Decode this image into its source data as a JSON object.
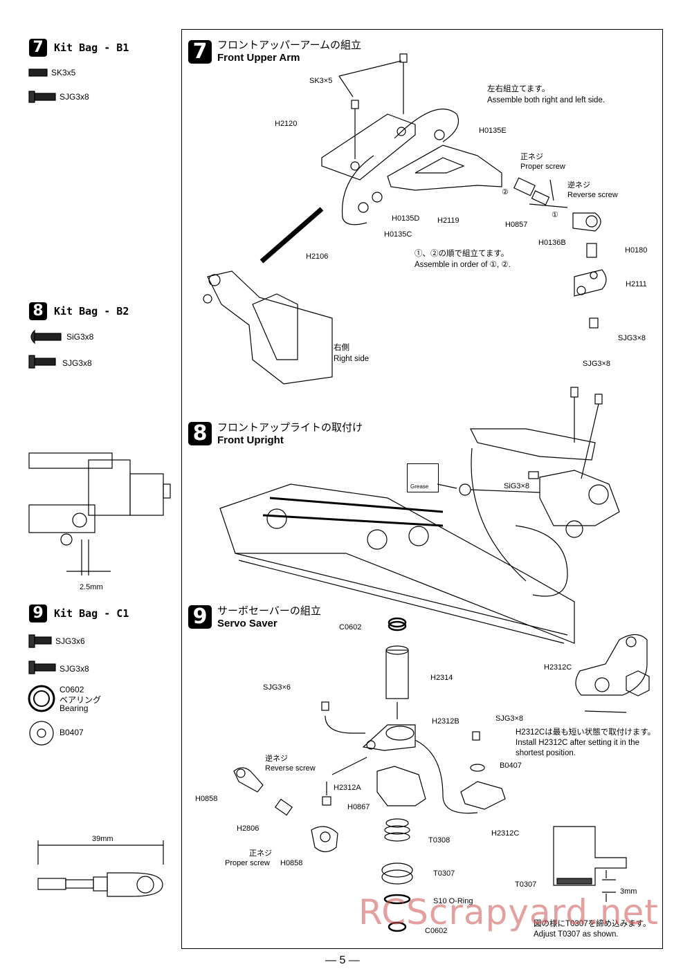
{
  "kit_bags": [
    {
      "num": "7",
      "title": "Kit Bag - B1",
      "parts": [
        {
          "name": "SK3x5"
        },
        {
          "name": "SJG3x8"
        }
      ]
    },
    {
      "num": "8",
      "title": "Kit Bag - B2",
      "parts": [
        {
          "name": "SiG3x8"
        },
        {
          "name": "SJG3x8"
        }
      ]
    },
    {
      "num": "9",
      "title": "Kit Bag - C1",
      "parts": [
        {
          "name": "SJG3x6"
        },
        {
          "name": "SJG3x8"
        },
        {
          "name": "C0602",
          "name_jp": "ベアリング",
          "name_en": "Bearing"
        },
        {
          "name": "B0407"
        }
      ]
    }
  ],
  "side_dims": {
    "gap": "2.5mm",
    "rod": "39mm"
  },
  "step7": {
    "num": "7",
    "title_jp": "フロントアッパーアームの組立",
    "title_en": "Front Upper Arm",
    "note_jp": "左右組立てます。",
    "note_en": "Assemble both right and left side.",
    "order_jp": "①、②の順で組立てます。",
    "order_en": "Assemble in order of ①, ②.",
    "right_jp": "右側",
    "right_en": "Right side",
    "proper_jp": "正ネジ",
    "proper_en": "Proper screw",
    "reverse_jp": "逆ネジ",
    "reverse_en": "Reverse screw",
    "circle1": "①",
    "circle2": "②",
    "labels": {
      "sk": "SK3×5",
      "h2120": "H2120",
      "h0135e": "H0135E",
      "h0135d": "H0135D",
      "h0135c": "H0135C",
      "h2119": "H2119",
      "h0857": "H0857",
      "h0136b": "H0136B",
      "h0180": "H0180",
      "h2111": "H2111",
      "sjg": "SJG3×8",
      "h2106": "H2106"
    }
  },
  "step8": {
    "num": "8",
    "title_jp": "フロントアップライトの取付け",
    "title_en": "Front Upright",
    "labels": {
      "sjg": "SJG3×8",
      "sig": "SiG3×8",
      "grease": "Grease"
    }
  },
  "step9": {
    "num": "9",
    "title_jp": "サーボセーバーの組立",
    "title_en": "Servo Saver",
    "labels": {
      "c0602a": "C0602",
      "h2314": "H2314",
      "sjg6": "SJG3×6",
      "h2312b": "H2312B",
      "h2312a": "H2312A",
      "h0867": "H0867",
      "h0858a": "H0858",
      "h2806": "H2806",
      "h0858b": "H0858",
      "t0308": "T0308",
      "t0307": "T0307",
      "oring": "S10 O-Ring",
      "c0602b": "C0602",
      "sjg8": "SJG3×8",
      "b0407": "B0407",
      "h2312c": "H2312C",
      "h2312c_top": "H2312C",
      "t0307b": "T0307",
      "gap": "3mm"
    },
    "reverse_jp": "逆ネジ",
    "reverse_en": "Reverse screw",
    "proper_jp": "正ネジ",
    "proper_en": "Proper screw",
    "h2312c_note_jp": "H2312Cは最も短い状態で取付けます。",
    "h2312c_note_en1": "Install H2312C after setting it in the",
    "h2312c_note_en2": "shortest position.",
    "t0307_note_jp": "図の様にT0307を締め込みます。",
    "t0307_note_en": "Adjust T0307 as shown."
  },
  "watermark": "RCScrapyard.net",
  "page_number": "— 5 —"
}
